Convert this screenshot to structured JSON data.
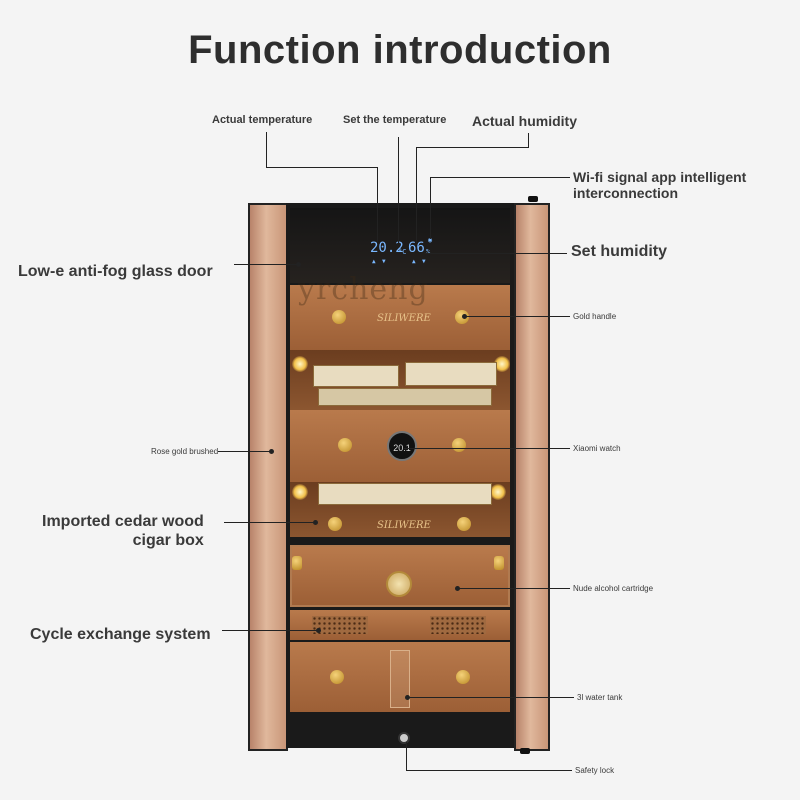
{
  "title": "Function introduction",
  "labels": {
    "actual_temperature": "Actual temperature",
    "set_temperature": "Set the temperature",
    "actual_humidity": "Actual humidity",
    "wifi_line1": "Wi-fi signal app intelligent",
    "wifi_line2": "interconnection",
    "set_humidity": "Set humidity",
    "glass_door": "Low-e anti-fog glass door",
    "gold_handle": "Gold handle",
    "rose_gold": "Rose gold brushed",
    "xiaomi_watch": "Xiaomi watch",
    "cedar_line1": "Imported cedar wood",
    "cedar_line2": "cigar box",
    "alcohol": "Nude alcohol cartridge",
    "cycle": "Cycle exchange system",
    "water_tank": "3l water tank",
    "safety_lock": "Safety lock"
  },
  "display": {
    "temp": "20.2",
    "temp_unit": "°C",
    "humidity": "66",
    "humidity_unit": "%"
  },
  "watch_reading": "20.1",
  "brand_text": "SILIWERE",
  "watermark": "yrcheng",
  "colors": {
    "background": "#f4f4f4",
    "wood": "#a86a40",
    "rose_gold": "#d9ad8e",
    "display_blue": "#7ab8ff"
  }
}
